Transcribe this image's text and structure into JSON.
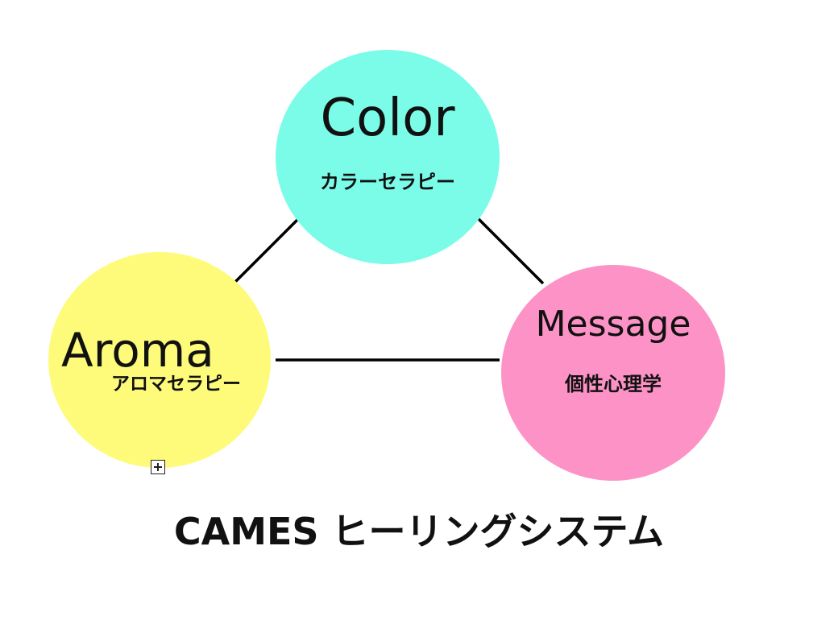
{
  "diagram": {
    "nodes": [
      {
        "id": "color",
        "name": "Color",
        "subtitle": "カラーセラピー",
        "fill": "#7afce9"
      },
      {
        "id": "aroma",
        "name": "Aroma",
        "subtitle": "アロマセラピー",
        "fill": "#fefb7a"
      },
      {
        "id": "message",
        "name": "Message",
        "subtitle": "個性心理学",
        "fill": "#fd92c6"
      }
    ],
    "edges": [
      {
        "from": "color",
        "to": "aroma"
      },
      {
        "from": "color",
        "to": "message"
      },
      {
        "from": "aroma",
        "to": "message"
      }
    ],
    "line_color": "#000000"
  },
  "caption": "CAMES ヒーリングシステム",
  "handle_icon": "plus-box-icon"
}
